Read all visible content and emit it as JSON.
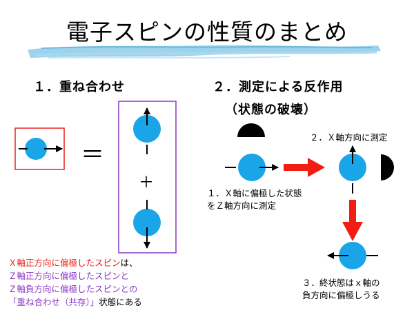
{
  "slide": {
    "title": "電子スピンの性質のまとめ",
    "section1_heading": "１．重ね合わせ",
    "section2_heading": "２．測定による反作用",
    "section2_subheading": "（状態の破壊）",
    "plus": "＋",
    "equals": "＝",
    "caption_step1_line1": "１．Ｘ軸に偏極した状態",
    "caption_step1_line2": "をＺ軸方向に測定",
    "caption_step2": "２．Ｘ軸方向に測定",
    "caption_step3_line1": "３．終状態はｘ軸の",
    "caption_step3_line2": "負方向に偏極しうる",
    "summary": {
      "line1_red": "Ｘ軸正方向に偏極したスピン",
      "line1_black": "は、",
      "line2": "Ｚ軸正方向に偏極したスピンと",
      "line3": "Ｚ軸負方向に偏極したスピンとの",
      "line4_purple": "「重ね合わせ（共存）」",
      "line4_black": "状態にある"
    }
  },
  "colors": {
    "spin_ball": "#1aa5e8",
    "red_box": "#e8221c",
    "purple_box": "#8a37c8",
    "red_arrow": "#f21d12",
    "detector": "#000000",
    "brush": "#7cc4e6"
  },
  "icons": [
    "spin-right-icon",
    "spin-up-icon",
    "spin-down-icon",
    "spin-left-icon",
    "detector-top-icon",
    "detector-right-icon",
    "red-arrow-right-icon",
    "red-arrow-down-icon"
  ]
}
